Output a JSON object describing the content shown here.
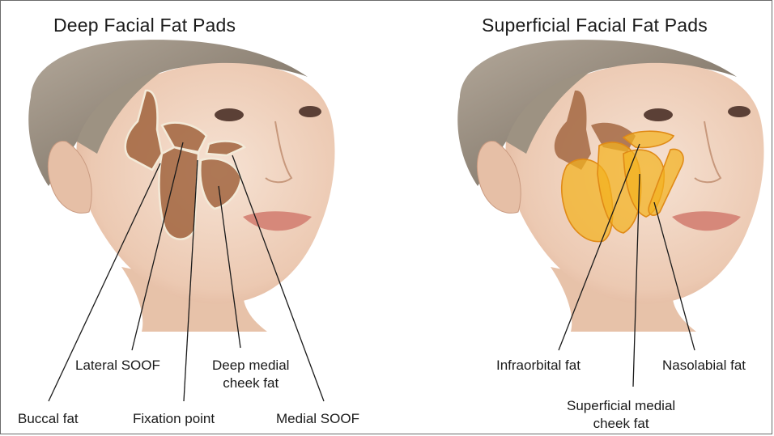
{
  "left_panel": {
    "title": "Deep Facial Fat Pads",
    "labels": {
      "lateral_soof": "Lateral SOOF",
      "deep_medial_cheek_fat_line1": "Deep medial",
      "deep_medial_cheek_fat_line2": "cheek fat",
      "buccal_fat": "Buccal fat",
      "fixation_point": "Fixation point",
      "medial_soof": "Medial SOOF"
    }
  },
  "right_panel": {
    "title": "Superficial Facial Fat Pads",
    "labels": {
      "infraorbital_fat": "Infraorbital fat",
      "nasolabial_fat": "Nasolabial fat",
      "superficial_medial_cheek_fat_line1": "Superficial medial",
      "superficial_medial_cheek_fat_line2": "cheek fat"
    }
  },
  "colors": {
    "deep_fat": "#9a5a32",
    "superficial_fat": "#f2b21e",
    "skin": "#efd2bd",
    "hair": "#8c8173"
  }
}
